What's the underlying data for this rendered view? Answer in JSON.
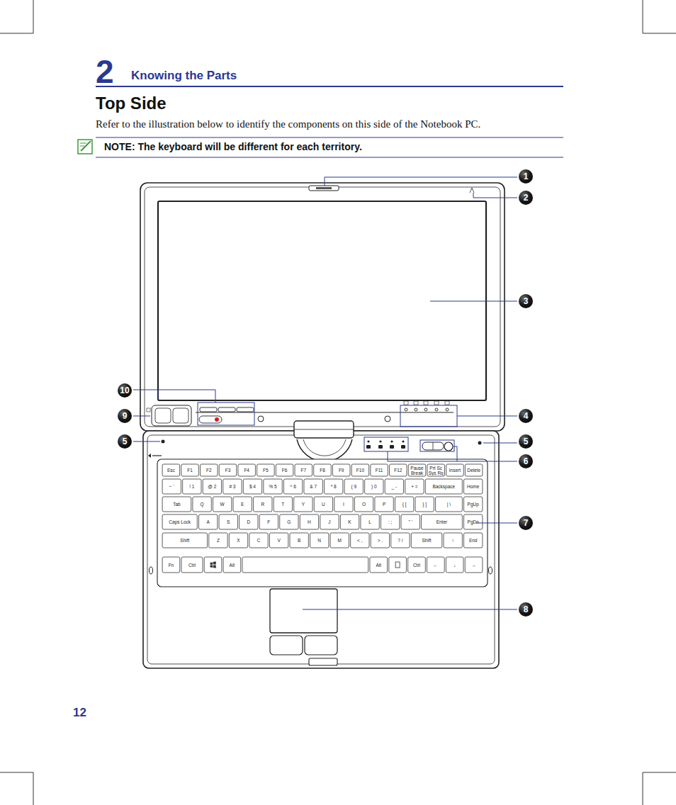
{
  "diagram": {
    "title": "Top Side",
    "labels": [
      "2",
      "Knowing the Parts",
      "Refer to the illustration below to identify the components on this side of the Notebook PC.",
      "NOTE: The keyboard will be different for each territory.",
      "1",
      "2",
      "3",
      "10",
      "9",
      "4",
      "5",
      "5",
      "6",
      "7",
      "8",
      "Esc",
      "F1",
      "F2",
      "F3",
      "F4",
      "F5",
      "F6",
      "F7",
      "F8",
      "F9",
      "F10",
      "F11",
      "F12",
      "Pause Break",
      "Prt Sc Sys Rq",
      "Insert",
      "Delete",
      "~ `",
      "! 1",
      "@ 2",
      "# 3",
      "$ 4",
      "% 5",
      "^ 6",
      "& 7",
      "* 8",
      "( 9",
      ") 0",
      "_ -",
      "+ =",
      "Backspace",
      "Home",
      "Tab",
      "Q",
      "W",
      "E",
      "R",
      "T",
      "Y",
      "U",
      "I",
      "O",
      "P",
      "{ [",
      "} ]",
      "| \\",
      "PgUp",
      "Caps Lock",
      "A",
      "S",
      "D",
      "F",
      "G",
      "H",
      "J",
      "K",
      "L",
      ": ;",
      "\" '",
      "Enter",
      "PgDn",
      "Shift",
      "Z",
      "X",
      "C",
      "V",
      "B",
      "N",
      "M",
      "< ,",
      "> .",
      "? /",
      "Shift",
      "↑",
      "End",
      "Fn",
      "Ctrl",
      "Alt",
      "Alt",
      "Ctrl",
      "←",
      "↓",
      "→",
      "12"
    ]
  }
}
